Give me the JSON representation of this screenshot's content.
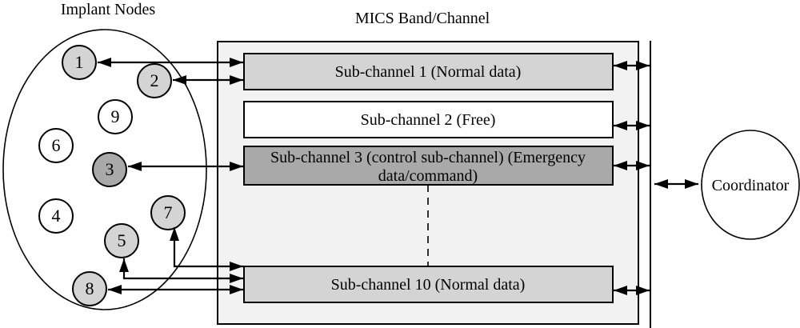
{
  "titles": {
    "implant": "Implant Nodes",
    "mics": "MICS Band/Channel"
  },
  "nodes": [
    {
      "label": "1",
      "state": "normal-data"
    },
    {
      "label": "2",
      "state": "normal-data"
    },
    {
      "label": "3",
      "state": "emergency"
    },
    {
      "label": "4",
      "state": "idle"
    },
    {
      "label": "5",
      "state": "normal-data"
    },
    {
      "label": "6",
      "state": "idle"
    },
    {
      "label": "7",
      "state": "normal-data"
    },
    {
      "label": "8",
      "state": "normal-data"
    },
    {
      "label": "9",
      "state": "idle"
    }
  ],
  "channels": {
    "ch1": {
      "label": "Sub-channel 1 (Normal data)"
    },
    "ch2": {
      "label": "Sub-channel 2  (Free)"
    },
    "ch3": {
      "line1": "Sub-channel 3 (control sub-channel) (Emergency",
      "line2": "data/command)"
    },
    "ch10": {
      "label": "Sub-channel 10 (Normal data)"
    }
  },
  "coordinator": {
    "label": "Coordinator"
  },
  "palette": {
    "box_bg": "#f2f2f2",
    "channel_light": "#d4d4d4",
    "channel_dark": "#a9a9a9",
    "free_white": "#ffffff",
    "node_light": "#d4d4d4",
    "node_dark": "#a9a9a9",
    "node_white": "#ffffff",
    "line": "#000000"
  }
}
